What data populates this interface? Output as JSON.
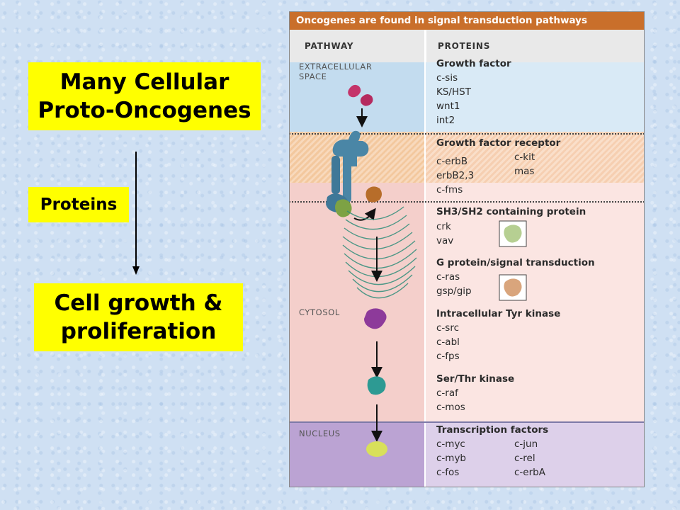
{
  "left": {
    "proto_line1": "Many Cellular",
    "proto_line2": "Proto-Oncogenes",
    "proteins": "Proteins",
    "growth_line1": "Cell growth &",
    "growth_line2": "proliferation"
  },
  "table": {
    "title": "Oncogenes are found in signal transduction pathways",
    "col_pathway": "PATHWAY",
    "col_proteins": "PROTEINS",
    "zones": {
      "extracellular_1": "EXTRACELLULAR",
      "extracellular_2": "SPACE",
      "cytosol": "CYTOSOL",
      "nucleus": "NUCLEUS"
    },
    "groups": {
      "growth_factor": {
        "head": "Growth factor",
        "items": [
          "c-sis",
          "KS/HST",
          "wnt1",
          "int2"
        ]
      },
      "receptor": {
        "head": "Growth factor receptor",
        "col1": [
          "c-erbB",
          "erbB2,3",
          "c-fms"
        ],
        "col2": [
          "c-kit",
          "mas"
        ]
      },
      "sh3": {
        "head": "SH3/SH2 containing protein",
        "items": [
          "crk",
          "vav"
        ]
      },
      "gprotein": {
        "head": "G protein/signal transduction",
        "items": [
          "c-ras",
          "gsp/gip"
        ]
      },
      "tyr": {
        "head": "Intracellular Tyr kinase",
        "items": [
          "c-src",
          "c-abl",
          "c-fps"
        ]
      },
      "serthr": {
        "head": "Ser/Thr kinase",
        "items": [
          "c-raf",
          "c-mos"
        ]
      },
      "tf": {
        "head": "Transcription factors",
        "col1": [
          "c-myc",
          "c-myb",
          "c-fos"
        ],
        "col2": [
          "c-jun",
          "c-rel",
          "c-erbA"
        ]
      }
    }
  },
  "colors": {
    "highlight": "#ffff00",
    "title_bar": "#c96f2b",
    "extracellular": "#cfe4f3",
    "membrane": "#f2c7a2",
    "cytosol": "#f6d6d3",
    "nucleus": "#c8b2da"
  }
}
